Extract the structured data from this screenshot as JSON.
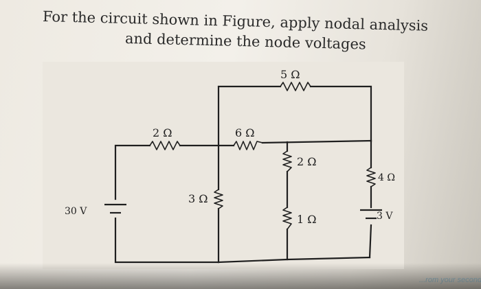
{
  "question": {
    "line1": "For the circuit shown in Figure, apply nodal analysis",
    "line2": "and determine the node voltages"
  },
  "circuit": {
    "resistors": {
      "r_top": "5 Ω",
      "r_left": "2 Ω",
      "r_mid": "6 Ω",
      "r_shunt3": "3 Ω",
      "r_upper2": "2 Ω",
      "r_lower1": "1 Ω",
      "r_right4": "4 Ω"
    },
    "sources": {
      "v_left": "30 V",
      "v_right": "3 V"
    }
  },
  "footer": {
    "corner_text": "...rom your second de"
  }
}
